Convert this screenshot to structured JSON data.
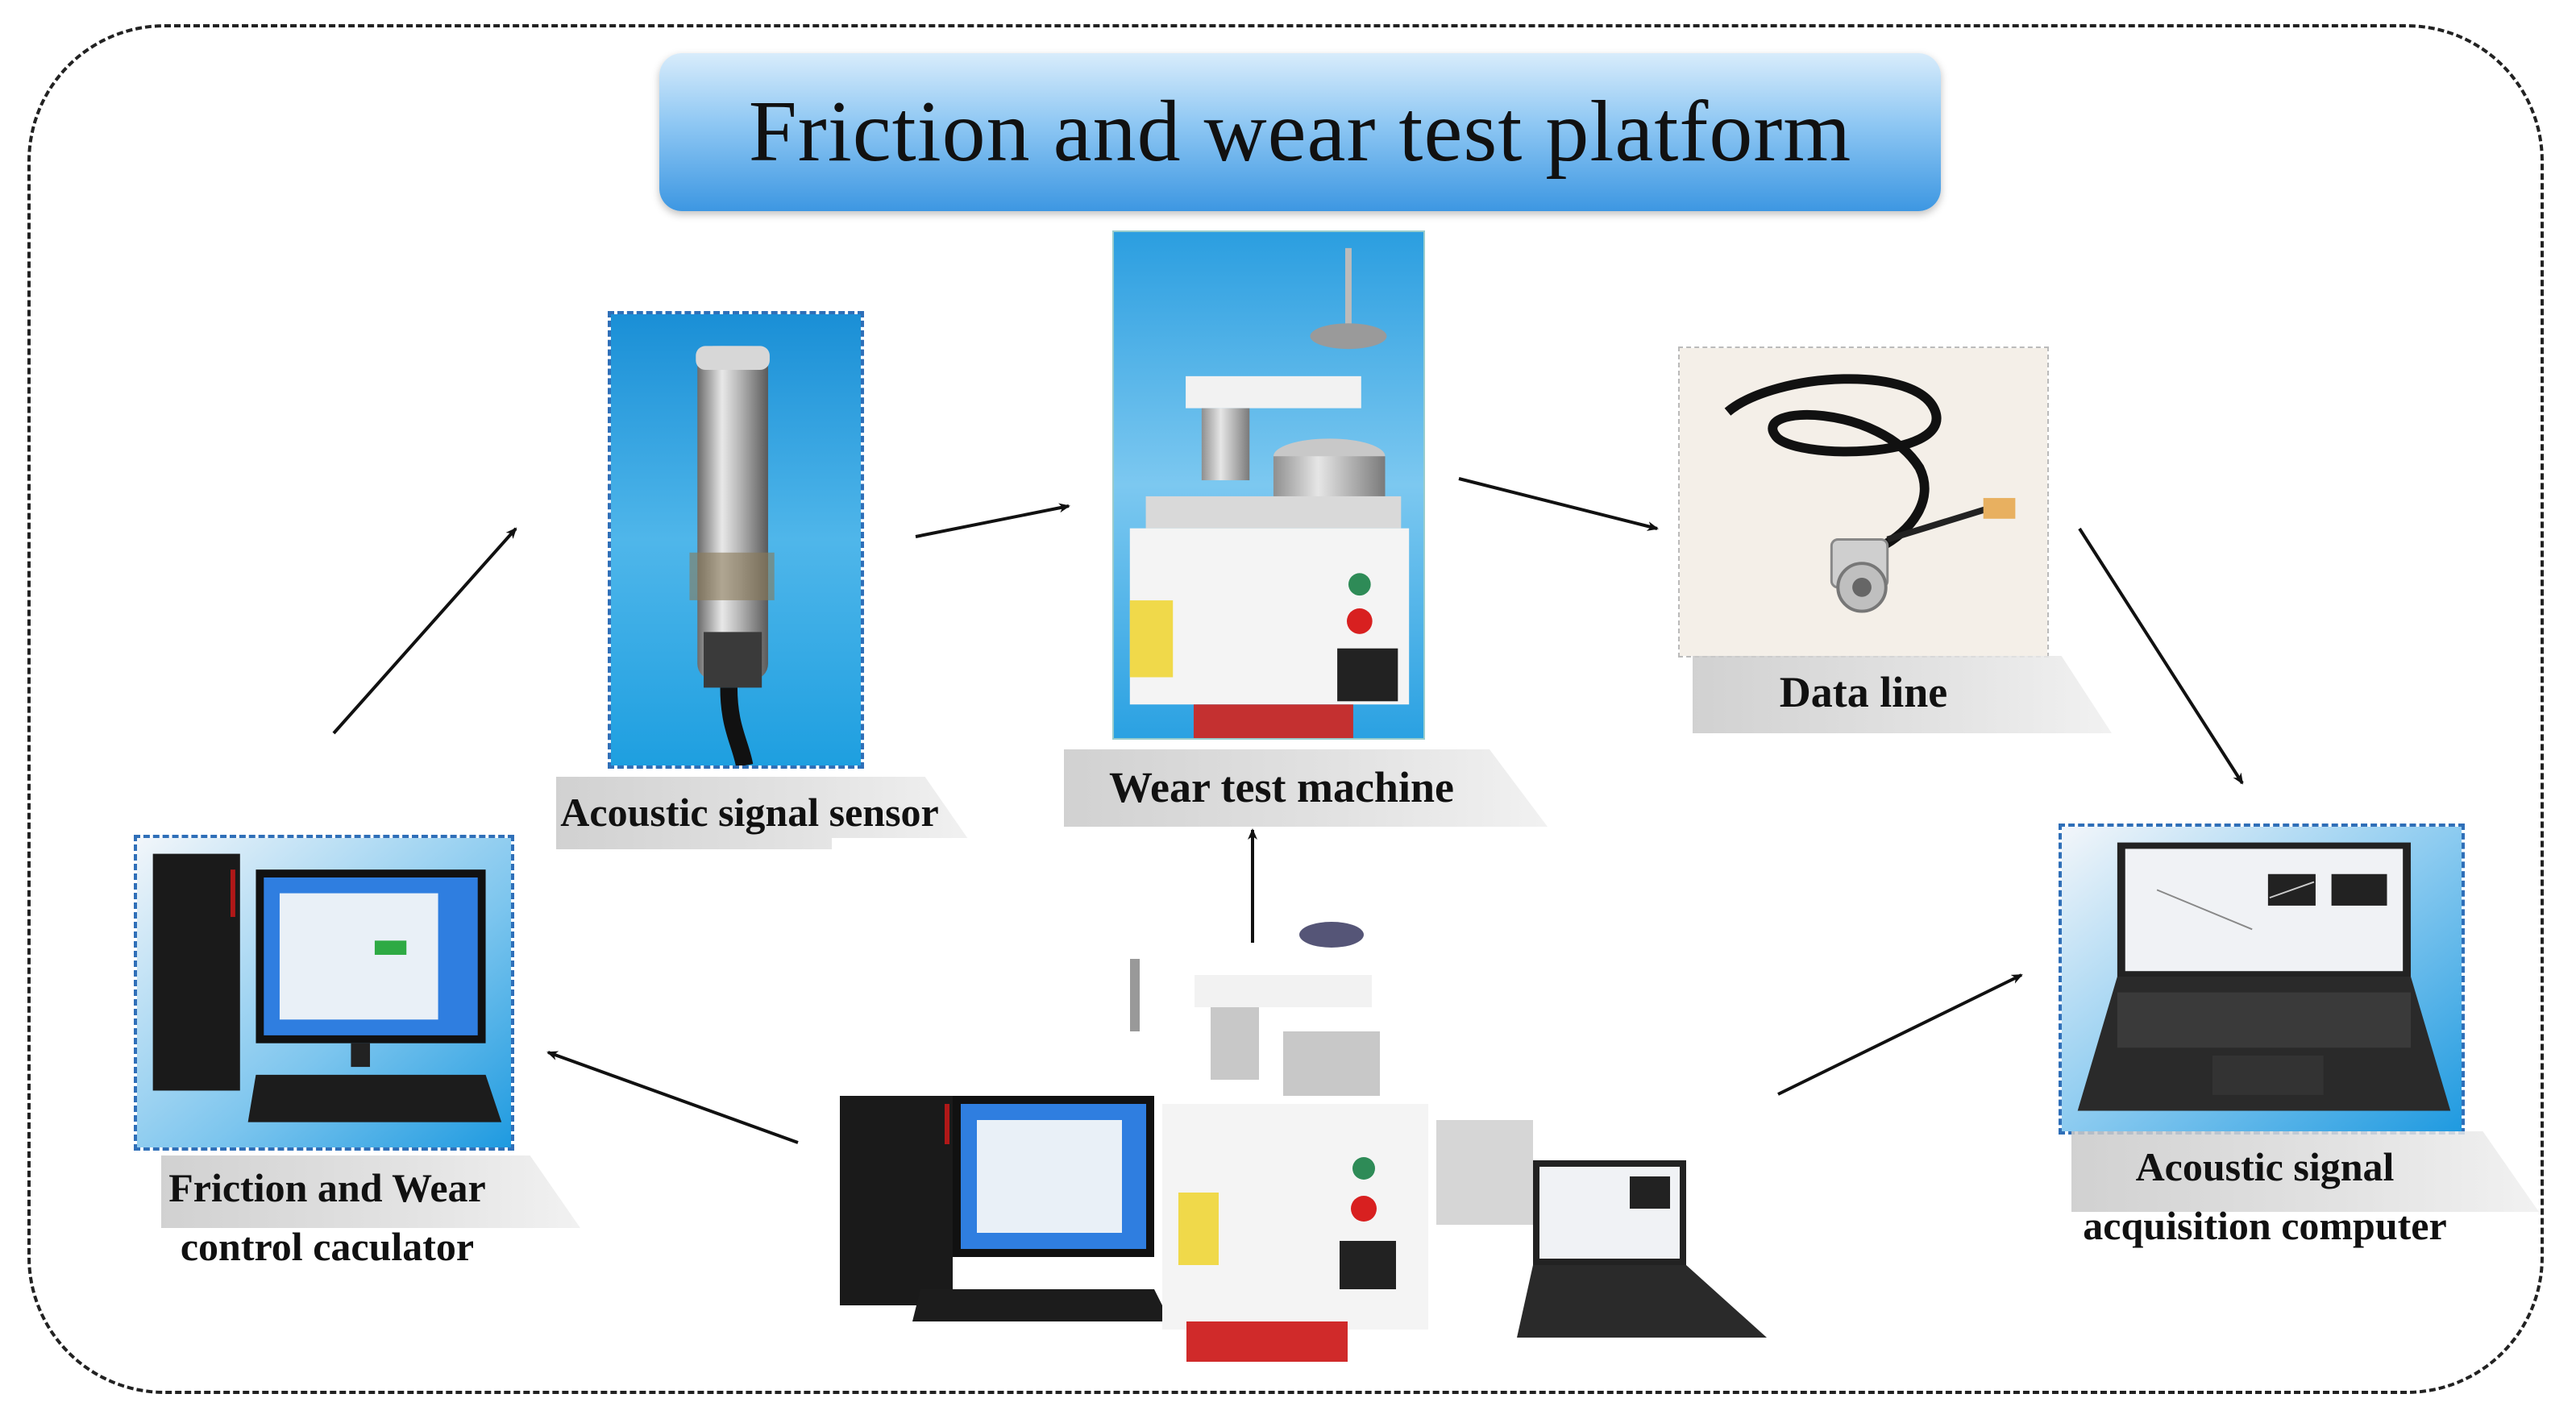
{
  "title": "Friction and wear test platform",
  "labels": {
    "sensor": "Acoustic signal sensor",
    "machine": "Wear test machine",
    "data_line": "Data line",
    "control_line1": "Friction and Wear",
    "control_line2": "control caculator",
    "acq_line1": "Acoustic signal",
    "acq_line2": "acquisition computer"
  },
  "colors": {
    "title_gradient_top": "#d8ecfb",
    "title_gradient_bottom": "#3d97e2",
    "photo_border": "#2f6fb8",
    "photo_background": "#1e9fe0",
    "frame": "#222222"
  },
  "icons": [
    "sensor-photo",
    "wear-machine-photo",
    "data-cable-photo",
    "desktop-computer-photo",
    "laptop-photo",
    "full-setup-photo"
  ]
}
